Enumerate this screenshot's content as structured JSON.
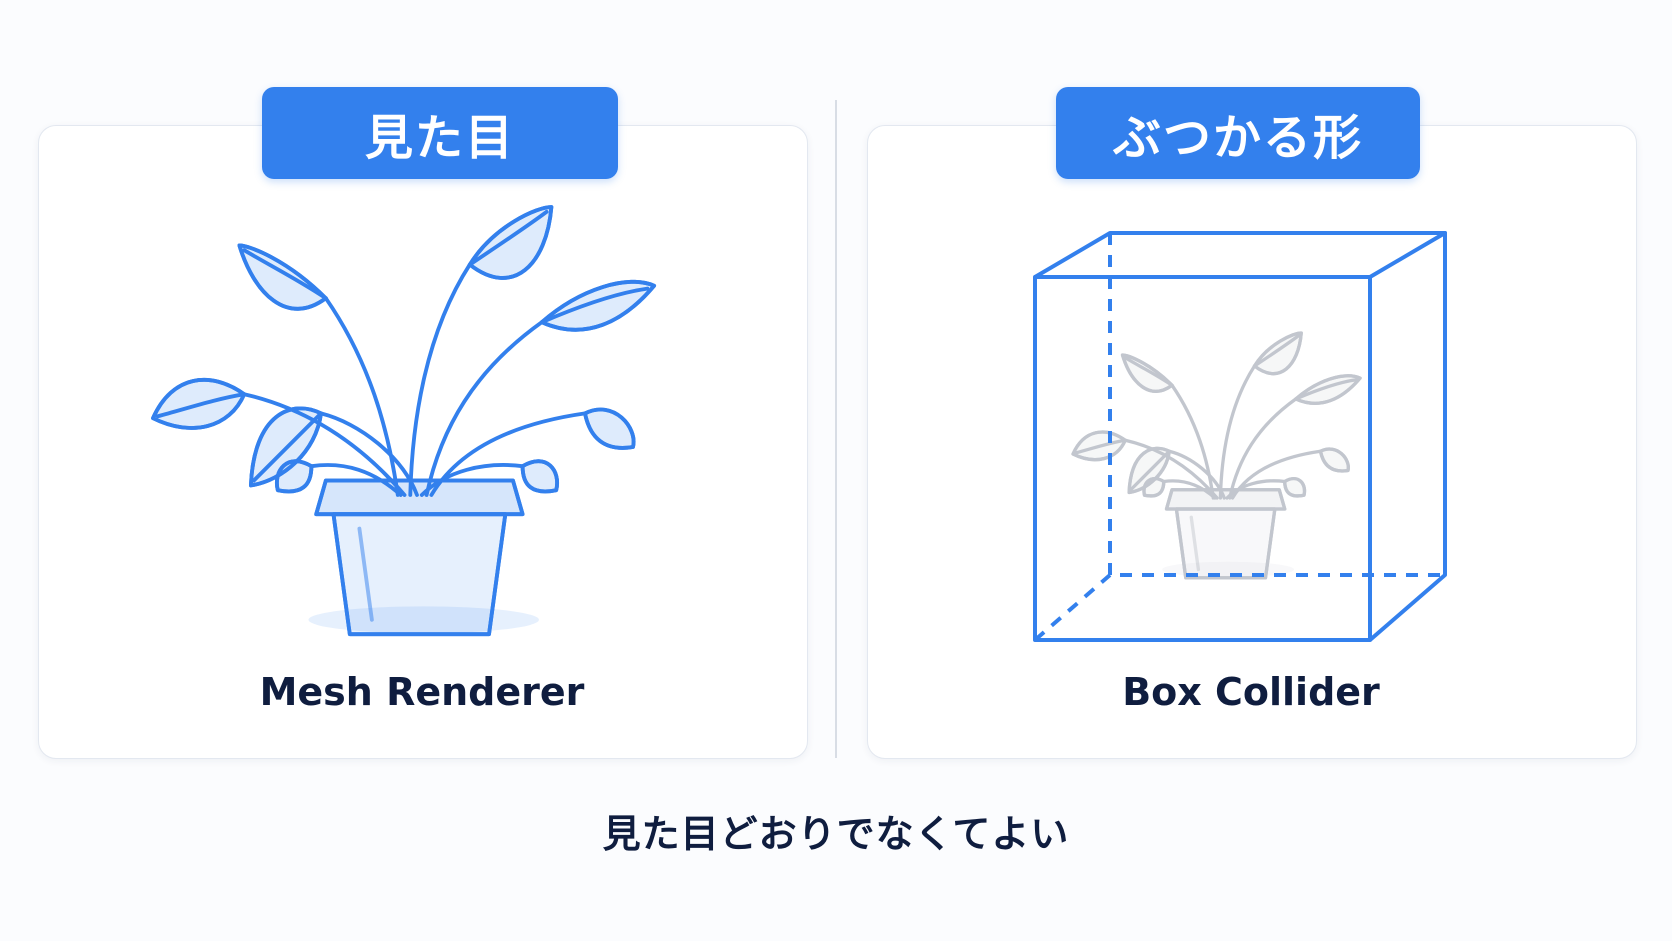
{
  "left_panel": {
    "tag": "見た目",
    "caption": "Mesh Renderer",
    "illustration_icon": "potted-plant-icon"
  },
  "right_panel": {
    "tag": "ぶつかる形",
    "caption": "Box Collider",
    "illustration_icon": "box-collider-icon"
  },
  "footer": {
    "note": "見た目どおりでなくてよい"
  },
  "colors": {
    "accent": "#3380ed",
    "text": "#0f1d3f",
    "faded_plant": "#b4b9c2"
  }
}
